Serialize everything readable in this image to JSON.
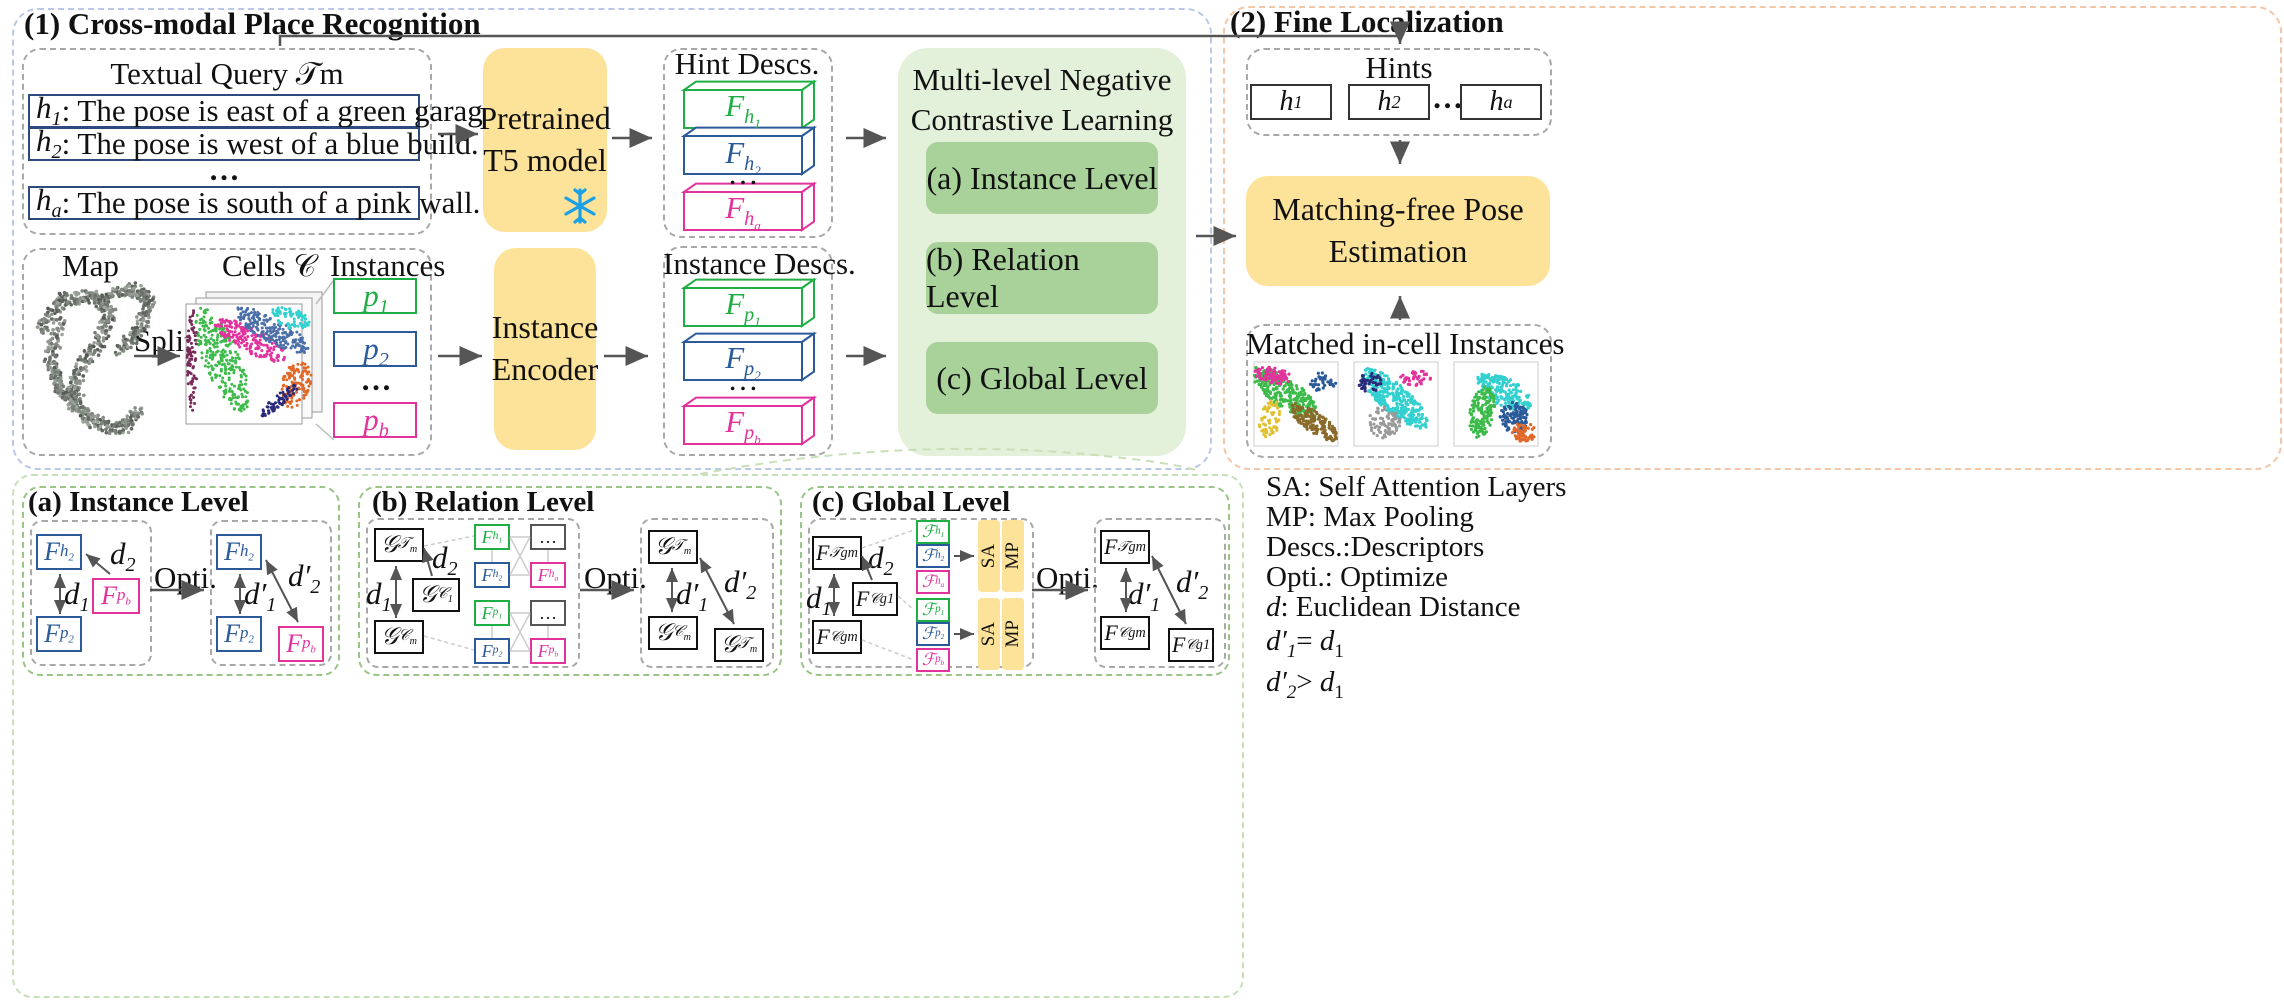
{
  "sections": {
    "place_recognition_title": "(1) Cross-modal Place Recognition",
    "fine_localization_title": "(2) Fine Localization"
  },
  "query": {
    "title": "Textual Query 𝒯m",
    "hints": [
      {
        "label": "h1",
        "text": ": The pose is east of a green garage."
      },
      {
        "label": "h2",
        "text": ": The pose is west of a blue build."
      },
      {
        "label": "ha",
        "text": ": The pose is south of a pink wall."
      }
    ],
    "ellipsis": "…"
  },
  "t5": {
    "line1": "Pretrained",
    "line2": "T5 model",
    "icon": "snowflake-icon",
    "icon_color": "#1aa0e6"
  },
  "hint_descs": {
    "title": "Hint Descs.",
    "items": [
      {
        "main": "F",
        "sub": "h1",
        "color": "#1fae45"
      },
      {
        "main": "F",
        "sub": "h2",
        "color": "#2a5a99"
      },
      {
        "main": "F",
        "sub": "ha",
        "color": "#e2329c"
      }
    ],
    "ellipsis": "…"
  },
  "map_row": {
    "map_label": "Map",
    "cells_label": "Cells 𝒞",
    "instances_label": "Instances",
    "split_label": "Split",
    "instances": [
      {
        "main": "p",
        "sub": "1",
        "color": "#1fae45"
      },
      {
        "main": "p",
        "sub": "2",
        "color": "#2a5a99"
      },
      {
        "main": "p",
        "sub": "b",
        "color": "#e2329c"
      }
    ],
    "ellipsis": "…"
  },
  "encoder": {
    "line1": "Instance",
    "line2": "Encoder"
  },
  "instance_descs": {
    "title": "Instance Descs.",
    "items": [
      {
        "main": "F",
        "sub": "p1",
        "color": "#1fae45"
      },
      {
        "main": "F",
        "sub": "p2",
        "color": "#2a5a99"
      },
      {
        "main": "F",
        "sub": "pb",
        "color": "#e2329c"
      }
    ],
    "ellipsis": "…"
  },
  "mnc": {
    "title_line1": "Multi-level Negative",
    "title_line2": "Contrastive Learning",
    "levels": [
      "(a) Instance Level",
      "(b) Relation Level",
      "(c) Global Level"
    ]
  },
  "fine": {
    "hints_title": "Hints",
    "hints": [
      "h1",
      "h2",
      "ha"
    ],
    "ellipsis": "…",
    "pose_line1": "Matching-free Pose",
    "pose_line2": "Estimation",
    "matched_title": "Matched in-cell Instances"
  },
  "panels": {
    "instance_title": "(a) Instance Level",
    "relation_title": "(b) Relation Level",
    "global_title": "(c) Global Level",
    "opti": "Opti.",
    "sa": "SA",
    "mp": "MP",
    "dots": "…"
  },
  "legend": [
    "SA: Self Attention Layers",
    "MP: Max Pooling",
    "Descs.:Descriptors",
    "Opti.: Optimize",
    ": Euclidean Distance"
  ],
  "legend_d": "d",
  "legend_eq1": "d′1 = d1",
  "legend_eq2": "d′2 > d1",
  "colors": {
    "green": "#1fae45",
    "blue": "#2a5a99",
    "pink": "#e2329c",
    "yellow": "#fde29a",
    "light_green": "#e3f0da",
    "mid_green": "#a8d29a"
  }
}
